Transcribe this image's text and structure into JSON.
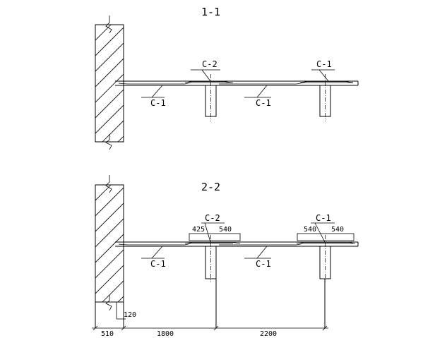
{
  "section_1": {
    "title": "1-1",
    "labels": {
      "c2_top": "C-2",
      "c1_top": "C-1",
      "c1_left": "C-1",
      "c1_mid": "C-1"
    }
  },
  "section_2": {
    "title": "2-2",
    "labels": {
      "c2_top": "C-2",
      "c1_top": "C-1",
      "c1_left": "C-1",
      "c1_mid": "C-1"
    },
    "top_dims": {
      "left_a": "425",
      "left_b": "540",
      "right_a": "540",
      "right_b": "540"
    },
    "bottom_dims": {
      "wall": "510",
      "offset": "120",
      "span_1": "1800",
      "span_2": "2200"
    }
  }
}
